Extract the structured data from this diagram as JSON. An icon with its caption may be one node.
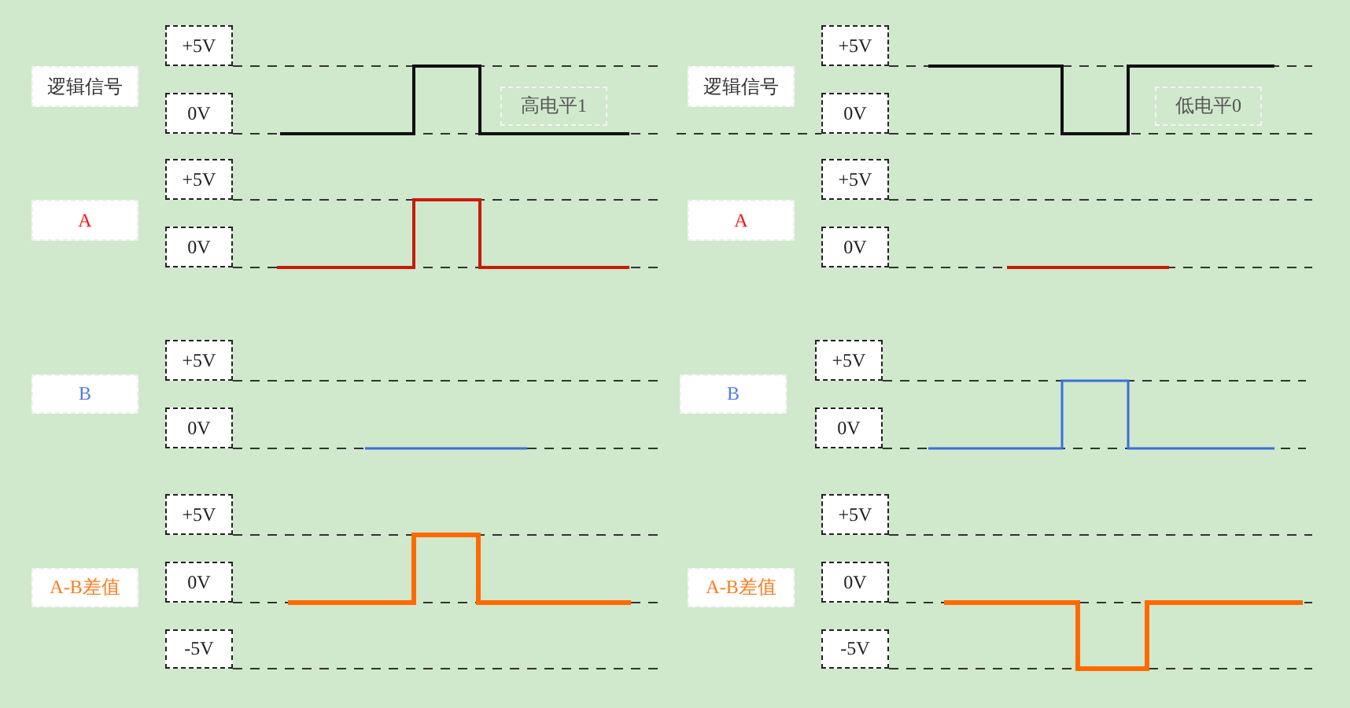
{
  "diagram": {
    "nodes": [
      {
        "text": [
          "逻辑信号"
        ]
      },
      {
        "text": [
          "+5V"
        ]
      },
      {
        "text": [
          "0V"
        ]
      },
      {
        "text": [
          "高电平1"
        ]
      },
      {
        "text": [
          "A"
        ]
      },
      {
        "text": [
          "+5V"
        ]
      },
      {
        "text": [
          "0V"
        ]
      },
      {
        "text": [
          "B"
        ]
      },
      {
        "text": [
          "+5V"
        ]
      },
      {
        "text": [
          "0V"
        ]
      },
      {
        "text": [
          "A-B差值"
        ]
      },
      {
        "text": [
          "+5V"
        ]
      },
      {
        "text": [
          "0V"
        ]
      },
      {
        "text": [
          "-5V"
        ]
      },
      {
        "text": [
          "逻辑信号"
        ]
      },
      {
        "text": [
          "+5V"
        ]
      },
      {
        "text": [
          "0V"
        ]
      },
      {
        "text": [
          "低电平0"
        ]
      },
      {
        "text": [
          "A"
        ]
      },
      {
        "text": [
          "+5V"
        ]
      },
      {
        "text": [
          "0V"
        ]
      },
      {
        "text": [
          "B"
        ]
      },
      {
        "text": [
          "+5V"
        ]
      },
      {
        "text": [
          "0V"
        ]
      },
      {
        "text": [
          "A-B差值"
        ]
      },
      {
        "text": [
          "+5V"
        ]
      },
      {
        "text": [
          "0V"
        ]
      },
      {
        "text": [
          "-5V"
        ]
      }
    ]
  }
}
